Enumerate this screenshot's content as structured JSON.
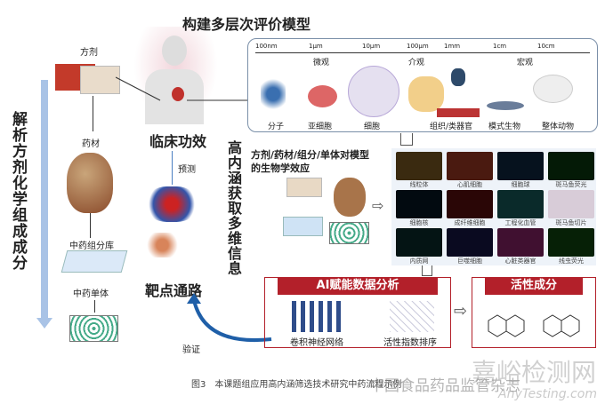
{
  "left": {
    "vertical_title": "解析方剂化学组成成分",
    "formula": "方剂",
    "herb": "药材",
    "fraction_library": "中药组分库",
    "monomer": "中药单体"
  },
  "center": {
    "clinical": "临床功效",
    "predict": "预测",
    "target": "靶点通路",
    "verify": "验证",
    "high_content": "高内涵获取多维信息"
  },
  "model": {
    "title": "构建多层次评价模型",
    "scale": [
      "100nm",
      "1μm",
      "10μm",
      "100μm",
      "1mm",
      "1cm",
      "10cm"
    ],
    "levels": [
      "微观",
      "介观",
      "宏观"
    ],
    "categories": [
      "分子",
      "亚细胞",
      "细胞",
      "组织/类器官",
      "模式生物",
      "整体动物"
    ]
  },
  "effects": {
    "title": "方剂/药材/组分/单体对模型的生物学效应",
    "images": [
      "线粒体",
      "心肌细胞",
      "细胞球",
      "斑马鱼荧光",
      "细胞核",
      "成纤维细胞",
      "工程化血管",
      "斑马鱼切片",
      "内质网",
      "巨噬细胞",
      "心脏类器官",
      "线虫荧光"
    ],
    "colors": [
      "#3a2a10",
      "#4a1a10",
      "#06121e",
      "#041a06",
      "#020a10",
      "#2a0606",
      "#0a2a2a",
      "#d8ccd8",
      "#041414",
      "#0a0a20",
      "#401030",
      "#062006"
    ]
  },
  "ai": {
    "title": "AI赋能数据分析",
    "cnn": "卷积神经网络",
    "ranking": "活性指数排序"
  },
  "active": {
    "title": "活性成分"
  },
  "caption": "图3　本课题组应用高内涵筛选技术研究中药流程示例",
  "watermark": {
    "journal": "中国食品药品监管杂志",
    "site": "嘉峪检测网",
    "url": "AnyTesting.com"
  }
}
